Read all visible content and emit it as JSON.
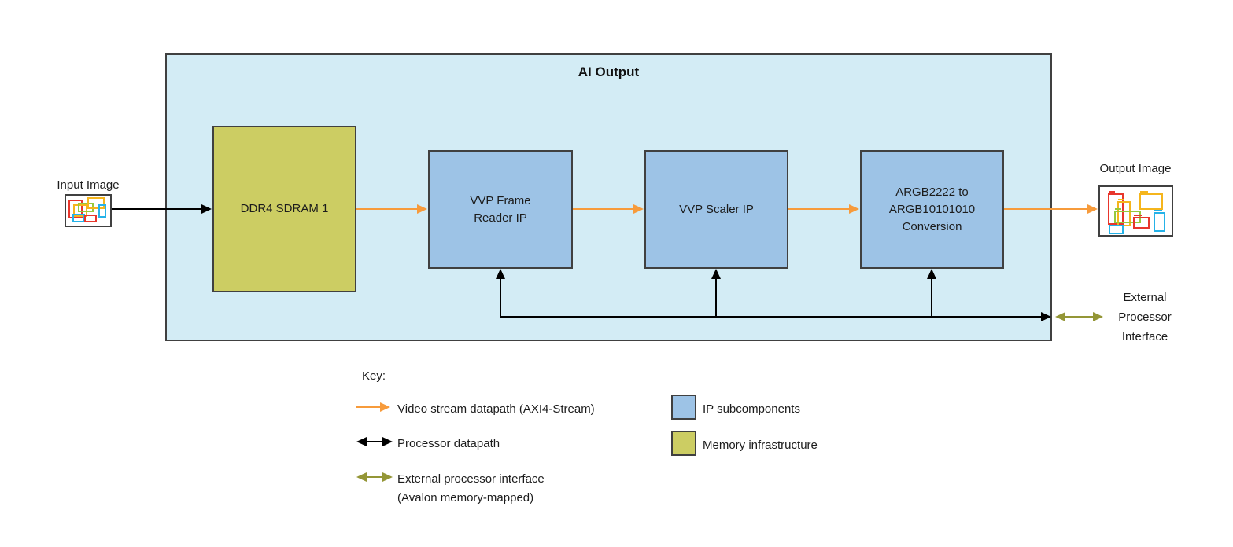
{
  "colors": {
    "container_fill": "#d3ecf5",
    "ip_fill": "#9dc3e6",
    "memory_fill": "#cccd63",
    "video_arrow": "#f79b3b",
    "processor_arrow": "#000000",
    "external_arrow": "#949636",
    "border": "#404040",
    "icon_red": "#e8362c",
    "icon_yellow": "#f5b51c",
    "icon_green": "#97c93d",
    "icon_cyan": "#25b2e8"
  },
  "diagram": {
    "title": "AI Output",
    "input_label": "Input Image",
    "output_label": "Output Image",
    "external_interface_lines": [
      "External",
      "Processor",
      "Interface"
    ],
    "blocks": {
      "ddr4": "DDR4 SDRAM 1",
      "frame_reader": "VVP Frame Reader IP",
      "scaler": "VVP Scaler IP",
      "argb": "ARGB2222 to ARGB10101010 Conversion"
    }
  },
  "key": {
    "title": "Key:",
    "video_stream": "Video stream datapath (AXI4-Stream)",
    "processor": "Processor datapath",
    "external_line1": "External processor interface",
    "external_line2": "(Avalon memory-mapped)",
    "ip_subcomponents": "IP subcomponents",
    "memory_infrastructure": "Memory infrastructure"
  }
}
